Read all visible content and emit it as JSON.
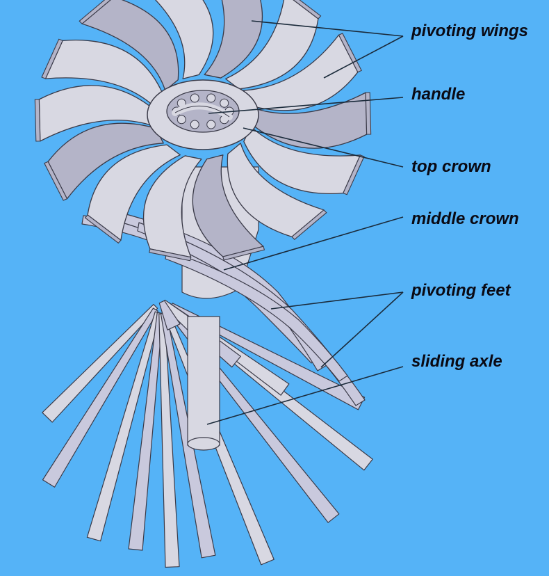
{
  "background_color": "#55b3f7",
  "part_fill": "#d8d8e2",
  "part_shade": "#b4b4c8",
  "foot_fill": "#c9c9dd",
  "edge_color": "#3a3a48",
  "leader_color": "#1a2a3a",
  "labels": {
    "pivoting_wings": "pivoting wings",
    "handle": "handle",
    "top_crown": "top crown",
    "middle_crown": "middle crown",
    "pivoting_feet": "pivoting feet",
    "sliding_axle": "sliding axle"
  },
  "wing_count": 14,
  "foot_count": 14
}
